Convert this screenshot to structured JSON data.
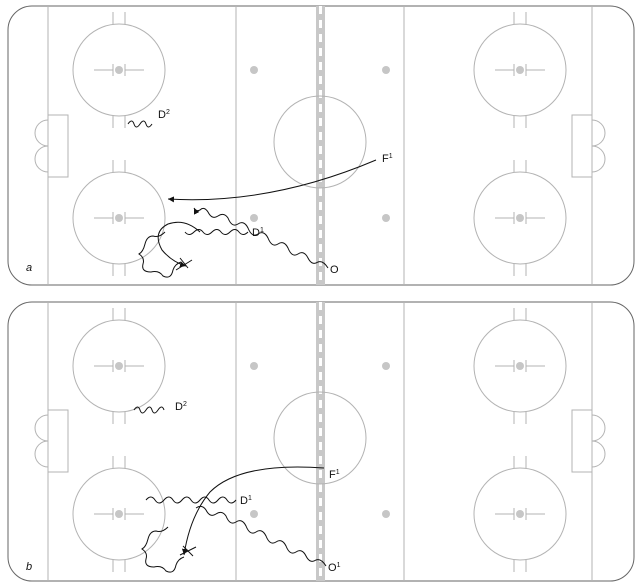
{
  "panels": [
    {
      "id": "a",
      "label": "a",
      "players": [
        {
          "name": "D",
          "sup": "2"
        },
        {
          "name": "F",
          "sup": "1"
        },
        {
          "name": "D",
          "sup": "1"
        },
        {
          "name": "O",
          "sup": ""
        }
      ]
    },
    {
      "id": "b",
      "label": "b",
      "players": [
        {
          "name": "D",
          "sup": "2"
        },
        {
          "name": "F",
          "sup": "1"
        },
        {
          "name": "D",
          "sup": "1"
        },
        {
          "name": "O",
          "sup": "1"
        }
      ]
    }
  ],
  "colors": {
    "rink": "#b3b3b3",
    "dot": "#c6c6c6",
    "path": "#111111",
    "center_line": "#c8c8c8"
  }
}
